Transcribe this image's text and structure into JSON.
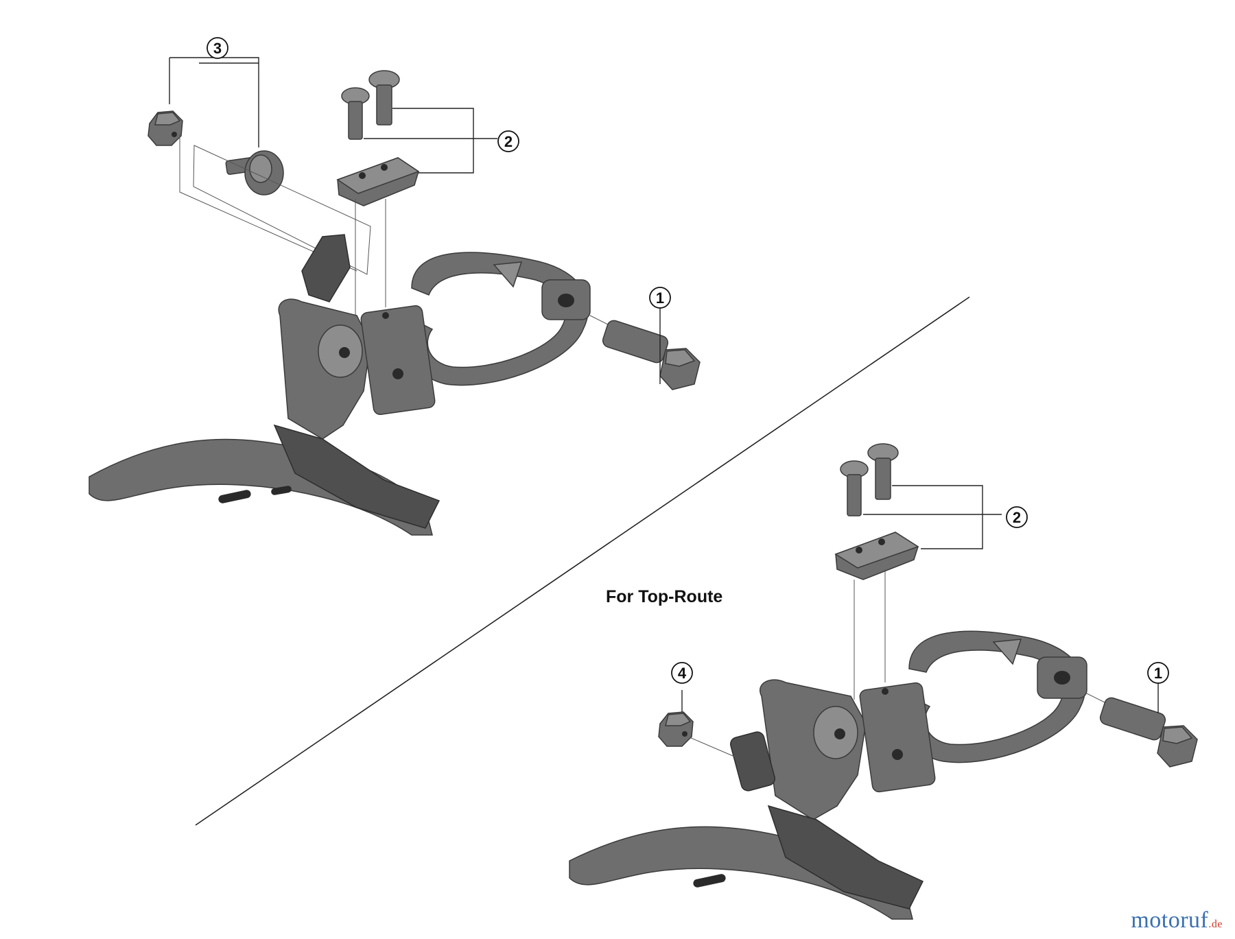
{
  "callouts": {
    "upper": [
      {
        "id": "c-3",
        "number": "3"
      },
      {
        "id": "c-2",
        "number": "2"
      },
      {
        "id": "c-1",
        "number": "1"
      }
    ],
    "lower": [
      {
        "id": "c-2b",
        "number": "2"
      },
      {
        "id": "c-4",
        "number": "4"
      },
      {
        "id": "c-1b",
        "number": "1"
      }
    ]
  },
  "caption": "For Top-Route",
  "watermark": {
    "text_a": "motoruf",
    "text_b": ".de",
    "color_a": "#3a6fb0",
    "color_b": "#d23a2a"
  },
  "colors": {
    "metal": "#6e6e6e",
    "line": "#222222"
  }
}
